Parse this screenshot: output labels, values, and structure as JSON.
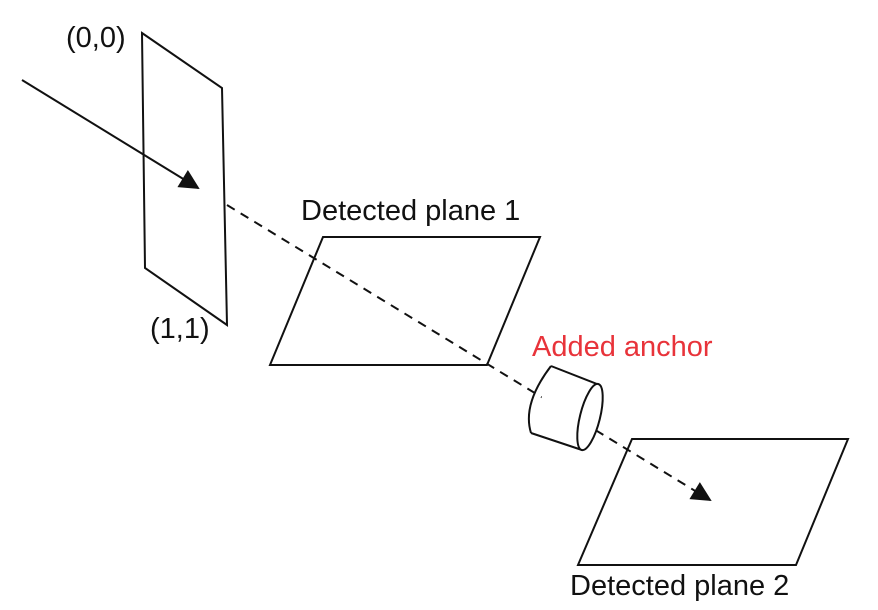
{
  "labels": {
    "origin": "(0,0)",
    "corner": "(1,1)",
    "plane1": "Detected plane 1",
    "anchor": "Added anchor",
    "plane2": "Detected plane 2"
  },
  "colors": {
    "stroke": "#111111",
    "accent": "#e8333a",
    "background": "#ffffff"
  }
}
